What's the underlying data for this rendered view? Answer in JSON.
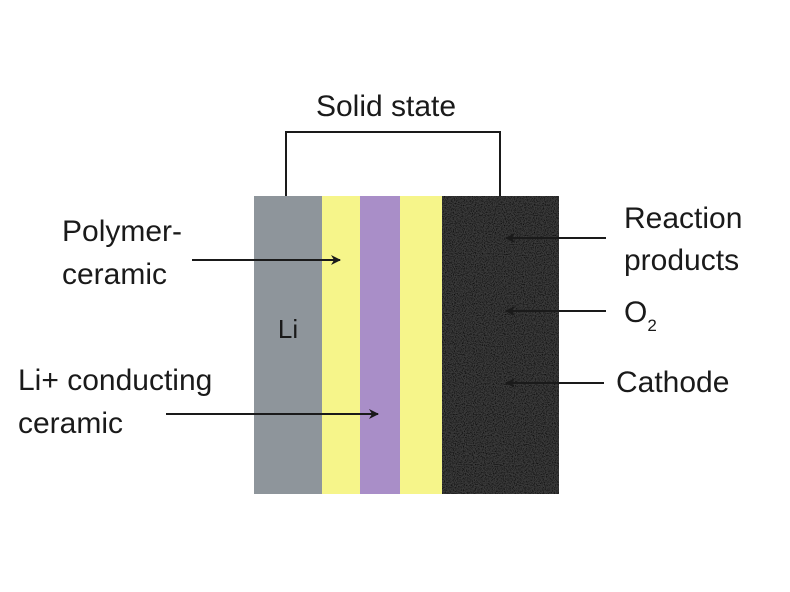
{
  "labels": {
    "solid_state": "Solid state",
    "li": "Li",
    "polymer_ceramic_line1": "Polymer-",
    "polymer_ceramic_line2": "ceramic",
    "li_conducting_line1": "Li+ conducting",
    "li_conducting_line2": "ceramic",
    "reaction_line1": "Reaction",
    "reaction_line2": "products",
    "o2_base": "O",
    "o2_sub": "2",
    "cathode": "Cathode"
  },
  "colors": {
    "lithium": "#8e959b",
    "polymer_ceramic": "#f6f58a",
    "li_conducting": "#a98ec8",
    "cathode_dark": "#3a3a3a",
    "cathode_light": "#d8d8d8",
    "line": "#1a1a1a"
  }
}
